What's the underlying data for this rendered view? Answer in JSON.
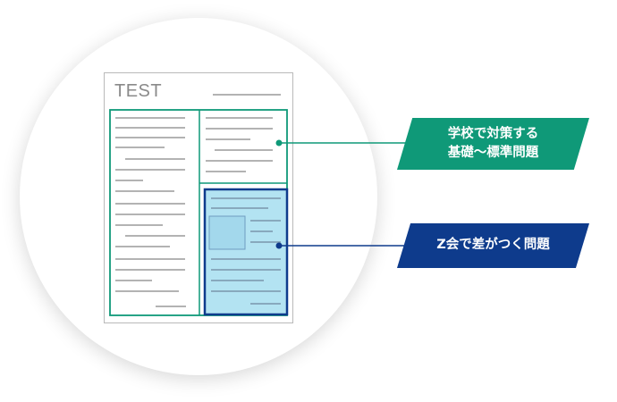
{
  "paper": {
    "title": "TEST"
  },
  "callouts": {
    "basic": {
      "line1": "学校で対策する",
      "line2": "基礎〜標準問題",
      "color": "#0f9978"
    },
    "advanced": {
      "label": "Z会で差がつく問題",
      "color": "#0e3b8c"
    }
  },
  "colors": {
    "paper_border": "#b9b9b9",
    "text_lines": "#9a9a9a",
    "advanced_fill": "#b3e3f2",
    "connector_green": "#0f9978",
    "connector_blue": "#0e3b8c"
  }
}
